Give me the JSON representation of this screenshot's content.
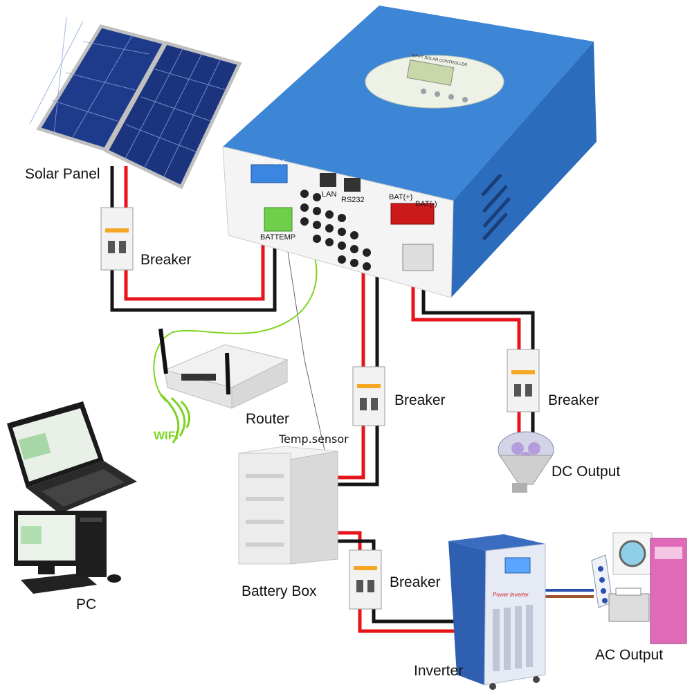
{
  "labels": {
    "solar_panel": "Solar Panel",
    "breaker": "Breaker",
    "router": "Router",
    "wifi": "WIFI",
    "temp_sensor": "Temp.sensor",
    "pc": "PC",
    "battery_box": "Battery Box",
    "dc_output": "DC Output",
    "inverter": "Inverter",
    "ac_output": "AC Output"
  },
  "controller": {
    "display_title": "MPPT SOLAR CONTROLLER",
    "ports": {
      "pv_plus": "PV+",
      "pv_minus": "PV-",
      "lan": "LAN",
      "rs232": "RS232",
      "bat_plus": "BAT(+)",
      "bat_minus": "BAT(-)",
      "battemp": "BATTEMP"
    }
  },
  "inverter_brand": "Power Inverter",
  "colors": {
    "controller_blue": "#3d86d6",
    "wire_red": "#e8141b",
    "wire_black": "#151515",
    "wifi_green": "#7ed321"
  }
}
